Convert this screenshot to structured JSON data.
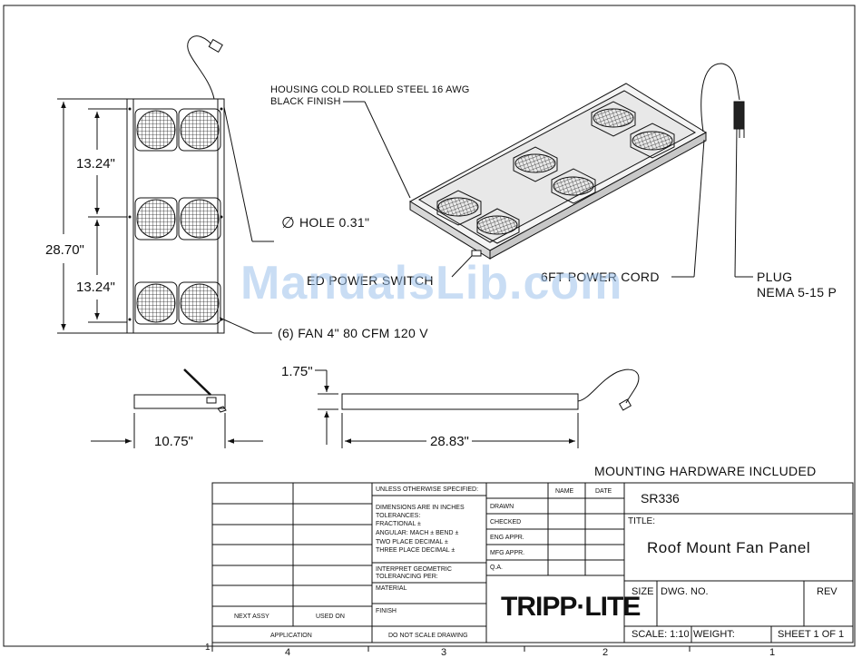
{
  "dimensions": {
    "height_total": "28.70\"",
    "height_upper": "13.24\"",
    "height_lower": "13.24\"",
    "width_side": "10.75\"",
    "length_side": "28.83\"",
    "thickness": "1.75\""
  },
  "callouts": {
    "housing_line1": "HOUSING COLD ROLLED STEEL 16 AWG",
    "housing_line2": "BLACK FINISH",
    "hole": "HOLE 0.31\"",
    "hole_symbol": "∅",
    "power_switch": "ED POWER SWITCH",
    "power_cord": "6FT POWER CORD",
    "plug_line1": "PLUG",
    "plug_line2": "NEMA 5-15 P",
    "fans": "(6) FAN 4\" 80 CFM 120 V",
    "mounting": "MOUNTING HARDWARE INCLUDED"
  },
  "watermark": "ManualsLib.com",
  "title_block": {
    "unless": "UNLESS OTHERWISE SPECIFIED:",
    "dims_in_inches": "DIMENSIONS ARE IN INCHES",
    "tolerances": "TOLERANCES:",
    "fractional": "FRACTIONAL ±",
    "angular": "ANGULAR: MACH ±    BEND ±",
    "two_place": "TWO PLACE DECIMAL    ±",
    "three_place": "THREE PLACE DECIMAL   ±",
    "geom_line1": "INTERPRET GEOMETRIC",
    "geom_line2": "TOLERANCING PER:",
    "material": "MATERIAL",
    "finish": "FINISH",
    "do_not_scale": "DO NOT SCALE DRAWING",
    "next_assy": "NEXT ASSY",
    "used_on": "USED ON",
    "application": "APPLICATION",
    "name_col": "NAME",
    "date_col": "DATE",
    "drawn": "DRAWN",
    "checked": "CHECKED",
    "eng_appr": "ENG APPR.",
    "mfg_appr": "MFG APPR.",
    "qa": "Q.A.",
    "part_no": "SR336",
    "title_label": "TITLE:",
    "title": "Roof Mount Fan Panel",
    "size": "SIZE",
    "dwg_no": "DWG.  NO.",
    "rev": "REV",
    "scale": "SCALE: 1:10",
    "weight": "WEIGHT:",
    "sheet": "SHEET 1 OF 1",
    "logo": "TRIPP·LITE"
  },
  "zones": [
    "4",
    "3",
    "2",
    "1"
  ],
  "corner_mark": "1"
}
